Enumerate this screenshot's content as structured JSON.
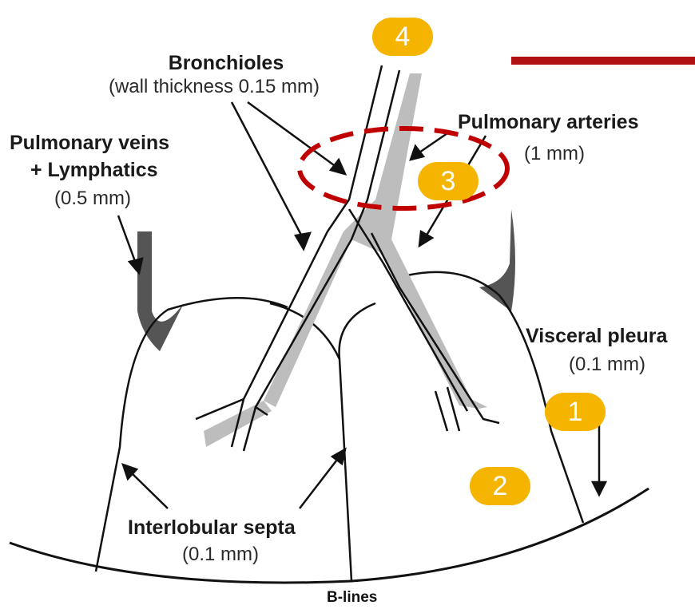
{
  "labels": {
    "bronchioles_title": "Bronchioles",
    "bronchioles_sub": "(wall thickness 0.15 mm)",
    "pulm_arteries_title": "Pulmonary arteries",
    "pulm_arteries_sub": "(1 mm)",
    "pulm_veins_title_1": "Pulmonary veins",
    "pulm_veins_title_2": "+ Lymphatics",
    "pulm_veins_sub": "(0.5 mm)",
    "visceral_pleura_title": "Visceral pleura",
    "visceral_pleura_sub": "(0.1 mm)",
    "septa_title": "Interlobular septa",
    "septa_sub": "(0.1 mm)",
    "caption": "B-lines"
  },
  "badges": [
    "1",
    "2",
    "3",
    "4"
  ],
  "colors": {
    "badge": "#f5b400",
    "highlight_ring": "#c00000",
    "red_bar": "#b01010",
    "vessel_dark": "#555555",
    "artery_gray": "#bdbdbd"
  }
}
